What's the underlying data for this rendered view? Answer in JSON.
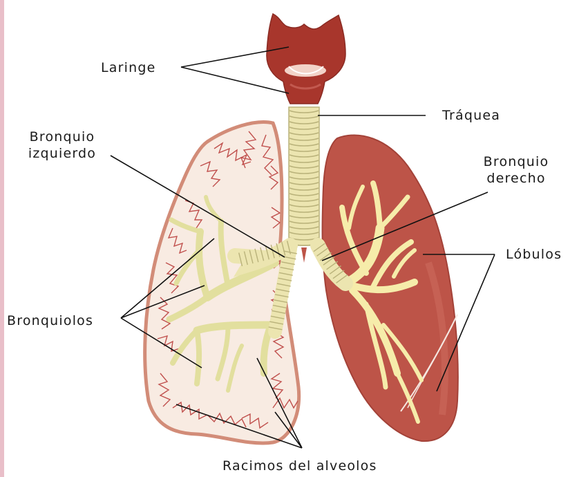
{
  "labels": {
    "laringe": "Laringe",
    "traquea": "Tráquea",
    "bronquio_izquierdo": [
      "Bronquio",
      "izquierdo"
    ],
    "bronquio_derecho": [
      "Bronquio",
      "derecho"
    ],
    "lobulos": "Lóbulos",
    "bronquiolos": "Bronquiolos",
    "racimos": "Racimos del alveolos"
  },
  "colors": {
    "edge_strip": "#e9bfc9",
    "larynx": "#a8362c",
    "larynx_light": "#f2d3c8",
    "trachea": "#ece5b0",
    "trachea_ring": "#b9b27a",
    "left_lung_fill": "#f8ebe2",
    "left_lung_edge": "#d28c78",
    "alveoli": "#c0504d",
    "right_lung": "#bd5448",
    "right_lung_dark": "#a34238",
    "bronchiole": "#f6ecaa",
    "bronchiole_alt": "#e2df9e",
    "leader_line": "#111111"
  }
}
